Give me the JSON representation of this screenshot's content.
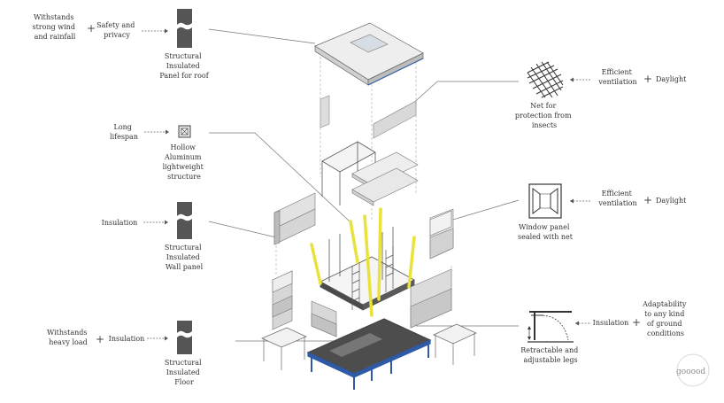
{
  "left": {
    "roof": {
      "req1": [
        "Withstands",
        "strong wind",
        "and rainfall"
      ],
      "req2": [
        "Safety and",
        "privacy"
      ],
      "name": [
        "Structural",
        "Insulated",
        "Panel for roof"
      ]
    },
    "hollow": {
      "req1": [
        "Long",
        "lifespan"
      ],
      "name": [
        "Hollow",
        "Aluminum",
        "lightweight",
        "structure"
      ]
    },
    "wall": {
      "req1": [
        "Insulation"
      ],
      "name": [
        "Structural",
        "Insulated",
        "Wall panel"
      ]
    },
    "floor": {
      "req1": [
        "Withstands",
        "heavy load"
      ],
      "req2": [
        "Insulation"
      ],
      "name": [
        "Structural",
        "Insulated",
        "Floor"
      ]
    }
  },
  "right": {
    "net": {
      "req1": [
        "Efficient",
        "ventilation"
      ],
      "req2": [
        "Daylight"
      ],
      "name": [
        "Net for",
        "protection from",
        "insects"
      ]
    },
    "window": {
      "req1": [
        "Efficient",
        "ventilation"
      ],
      "req2": [
        "Daylight"
      ],
      "name": [
        "Window panel",
        "sealed with net"
      ]
    },
    "legs": {
      "req1": [
        "Insulation"
      ],
      "req2": [
        "Adaptability",
        "to any kind",
        "of ground",
        "conditions"
      ],
      "name": [
        "Retractable and",
        "adjustable legs"
      ]
    }
  },
  "plus_sign": "+",
  "watermark": "gooood",
  "colors": {
    "yellow": "#e9e23a",
    "blue": "#2f5aa8",
    "dark": "#4a4a4a",
    "panel": "#e8e8e8"
  }
}
